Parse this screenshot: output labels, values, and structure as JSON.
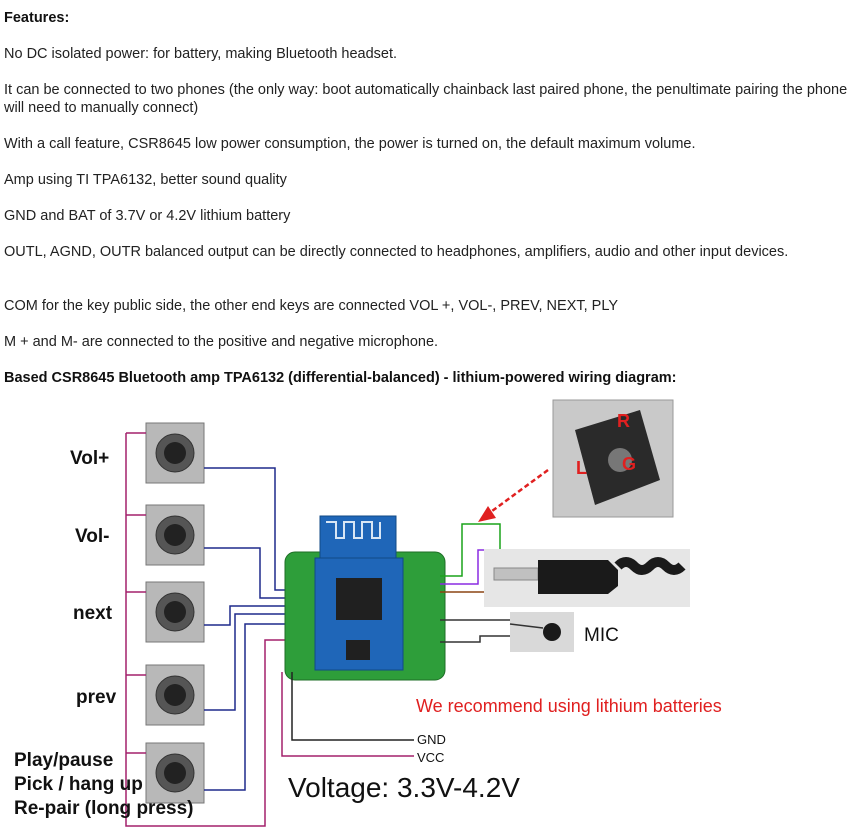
{
  "document": {
    "heading": "Features:",
    "paragraphs": [
      "No DC isolated power: for battery, making Bluetooth headset.",
      "It can be connected to two phones (the only way: boot automatically chainback last paired phone, the penultimate pairing the phone will need to manually connect)",
      "With a call feature, CSR8645 low power consumption, the power is turned on, the default maximum volume.",
      "Amp using TI TPA6132, better sound quality",
      "GND and BAT of 3.7V or 4.2V lithium battery",
      "OUTL, AGND, OUTR balanced output can be directly connected to headphones, amplifiers, audio and other input devices.",
      "COM for the key public side, the other end keys are connected VOL +, VOL-, PREV, NEXT, PLY",
      "M + and M- are connected to the positive and negative microphone."
    ],
    "diagram_title": "Based CSR8645 Bluetooth amp TPA6132 (differential-balanced) - lithium-powered wiring diagram:"
  },
  "diagram": {
    "buttons": [
      "Vol+",
      "Vol-",
      "next",
      "prev"
    ],
    "play_lines": [
      "Play/pause",
      "Pick / hang up",
      "Re-pair (long press)"
    ],
    "jack_labels": {
      "r": "R",
      "l": "L",
      "g": "G"
    },
    "mic_label": "MIC",
    "recommend": "We recommend using lithium batteries",
    "gnd": "GND",
    "vcc": "VCC",
    "voltage": "Voltage: 3.3V-4.2V"
  },
  "colors": {
    "wire_blue": "#1f2a8c",
    "wire_magenta": "#a3206c",
    "wire_green": "#1aa31a",
    "wire_purple": "#8a2be2",
    "wire_brown": "#8b4513",
    "pcb_green": "#2e9e3a",
    "module_blue": "#1f66b8",
    "arrow_red": "#e02020",
    "text_red": "#e02020"
  }
}
